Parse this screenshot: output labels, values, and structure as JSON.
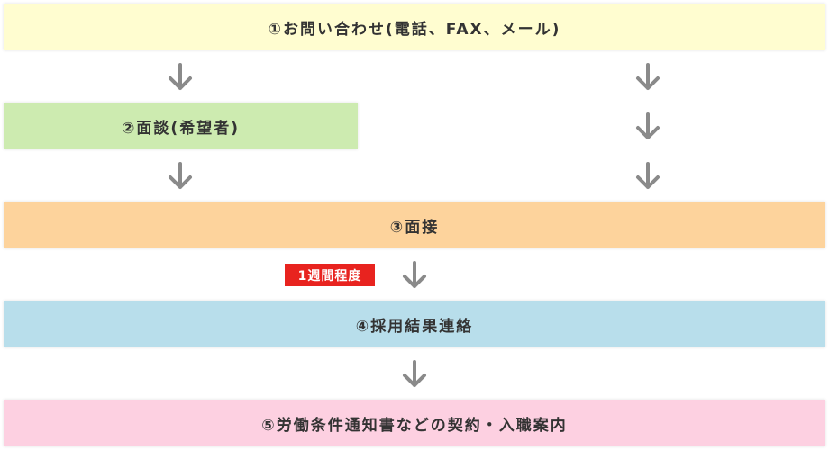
{
  "steps": [
    {
      "label": "①お問い合わせ(電話、FAX、メール)",
      "color": "#fffdd0"
    },
    {
      "label": "②面談(希望者)",
      "color": "#cdebb0"
    },
    {
      "label": "③面接",
      "color": "#fdd39c"
    },
    {
      "label": "④採用結果連絡",
      "color": "#b8deeb"
    },
    {
      "label": "⑤労働条件通知書などの契約・入職案内",
      "color": "#fdd0e1"
    }
  ],
  "badge": {
    "label": "1週間程度",
    "color": "#e8231f"
  },
  "arrow_color": "#8a8a8a",
  "icons": {
    "arrow": "down-arrow-icon"
  }
}
